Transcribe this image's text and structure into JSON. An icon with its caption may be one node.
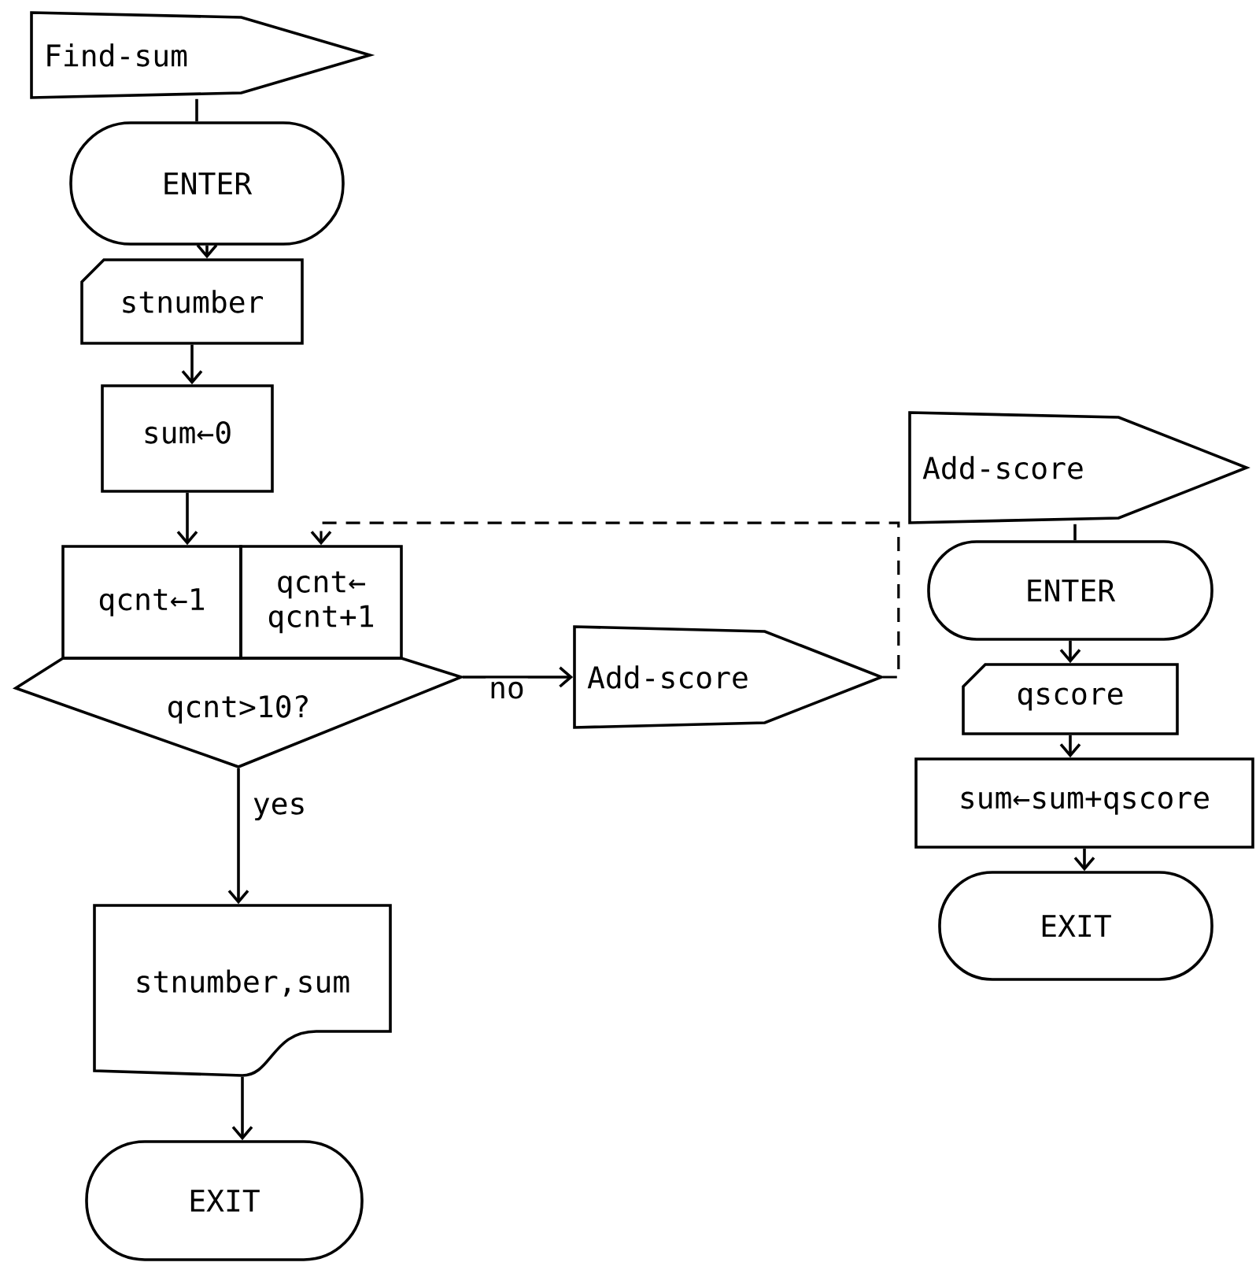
{
  "diagram": {
    "nodes": [
      {
        "text": [
          "Find-sum"
        ]
      },
      {
        "text": [
          "ENTER"
        ]
      },
      {
        "text": [
          "stnumber"
        ]
      },
      {
        "text": [
          "sum←0"
        ]
      },
      {
        "text": [
          "qcnt←1"
        ]
      },
      {
        "text": [
          "qcnt← qcnt+1"
        ]
      },
      {
        "text": [
          "qcnt>10?"
        ]
      },
      {
        "text": [
          "Add-score"
        ]
      },
      {
        "text": [
          "stnumber,sum"
        ]
      },
      {
        "text": [
          "EXIT"
        ]
      },
      {
        "text": [
          "Add-score"
        ]
      },
      {
        "text": [
          "ENTER"
        ]
      },
      {
        "text": [
          "qscore"
        ]
      },
      {
        "text": [
          "sum←sum+qscore"
        ]
      },
      {
        "text": [
          "EXIT"
        ]
      }
    ],
    "edges": [
      {
        "from": 0,
        "to": 1,
        "arrow": "none"
      },
      {
        "from": 1,
        "to": 2,
        "arrow": "to"
      },
      {
        "from": 2,
        "to": 3,
        "arrow": "to"
      },
      {
        "from": 3,
        "to": 4,
        "arrow": "to"
      },
      {
        "from": 6,
        "to": 7,
        "arrow": "to",
        "label": "no"
      },
      {
        "from": 7,
        "to": 5,
        "arrow": "to",
        "style": "dashed"
      },
      {
        "from": 6,
        "to": 8,
        "arrow": "to",
        "label": "yes"
      },
      {
        "from": 8,
        "to": 9,
        "arrow": "to"
      },
      {
        "from": 10,
        "to": 11,
        "arrow": "none"
      },
      {
        "from": 11,
        "to": 12,
        "arrow": "to"
      },
      {
        "from": 12,
        "to": 13,
        "arrow": "to"
      },
      {
        "from": 13,
        "to": 14,
        "arrow": "to"
      }
    ]
  }
}
